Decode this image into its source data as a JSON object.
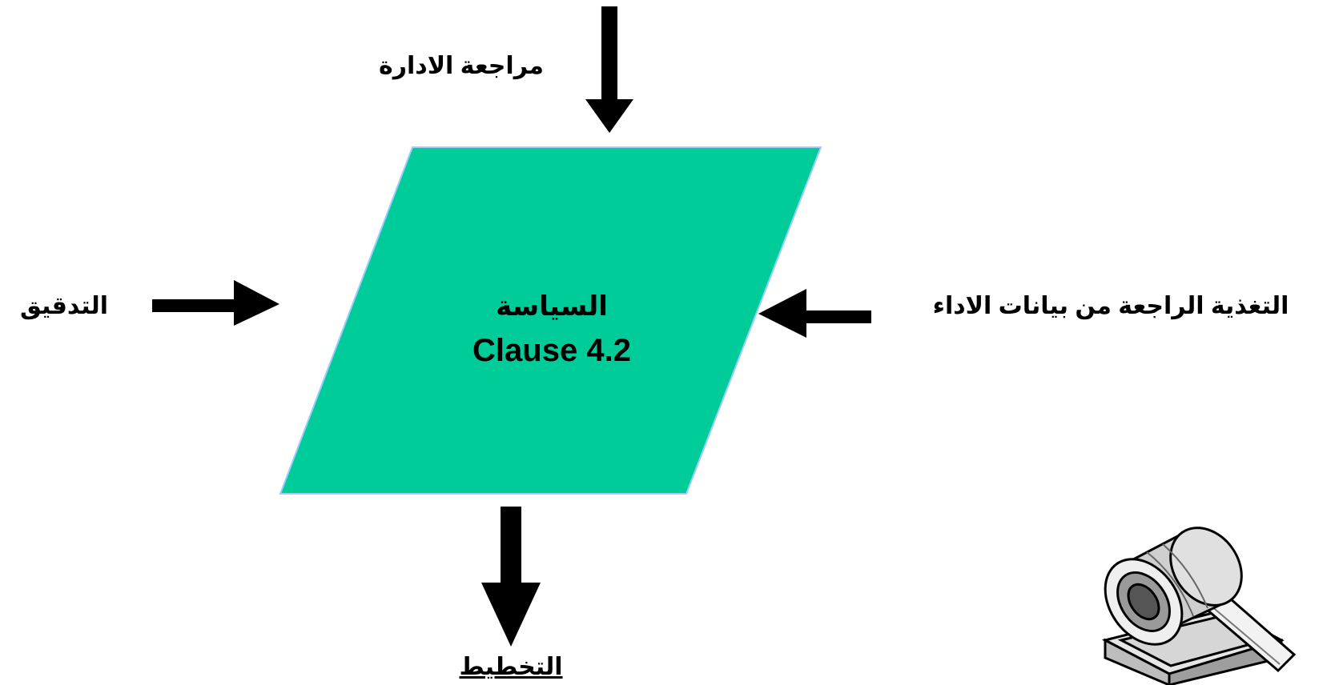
{
  "colors": {
    "shape_fill": "#00CC99",
    "shape_border": "#99CCFF",
    "arrow": "#000000",
    "text": "#000000"
  },
  "center_box": {
    "title": "السياسة",
    "subtitle": "Clause 4.2"
  },
  "inputs": {
    "top": "مراجعة الادارة",
    "left": "التدقيق",
    "right": "التغذية الراجعة من بيانات الاداء"
  },
  "outputs": {
    "bottom": "التخطيط"
  },
  "image": {
    "icon": "gavel-icon"
  }
}
